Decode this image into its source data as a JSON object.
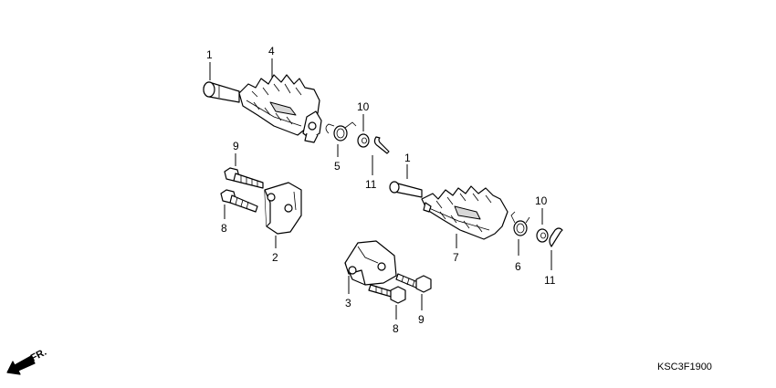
{
  "labels": {
    "pin_a": "1",
    "peg_right": "4",
    "spring_a": "5",
    "washer_a": "10",
    "cotter_a": "11",
    "bolt_upper_a": "9",
    "bolt_lower_a": "8",
    "bracket_a": "2",
    "pin_b": "1",
    "peg_left": "7",
    "spring_b": "6",
    "washer_b": "10",
    "cotter_b": "11",
    "bracket_b": "3",
    "bolt_lower_b": "8",
    "bolt_upper_b": "9"
  },
  "front_arrow": "FR.",
  "diagram_code": "KSC3F1900"
}
